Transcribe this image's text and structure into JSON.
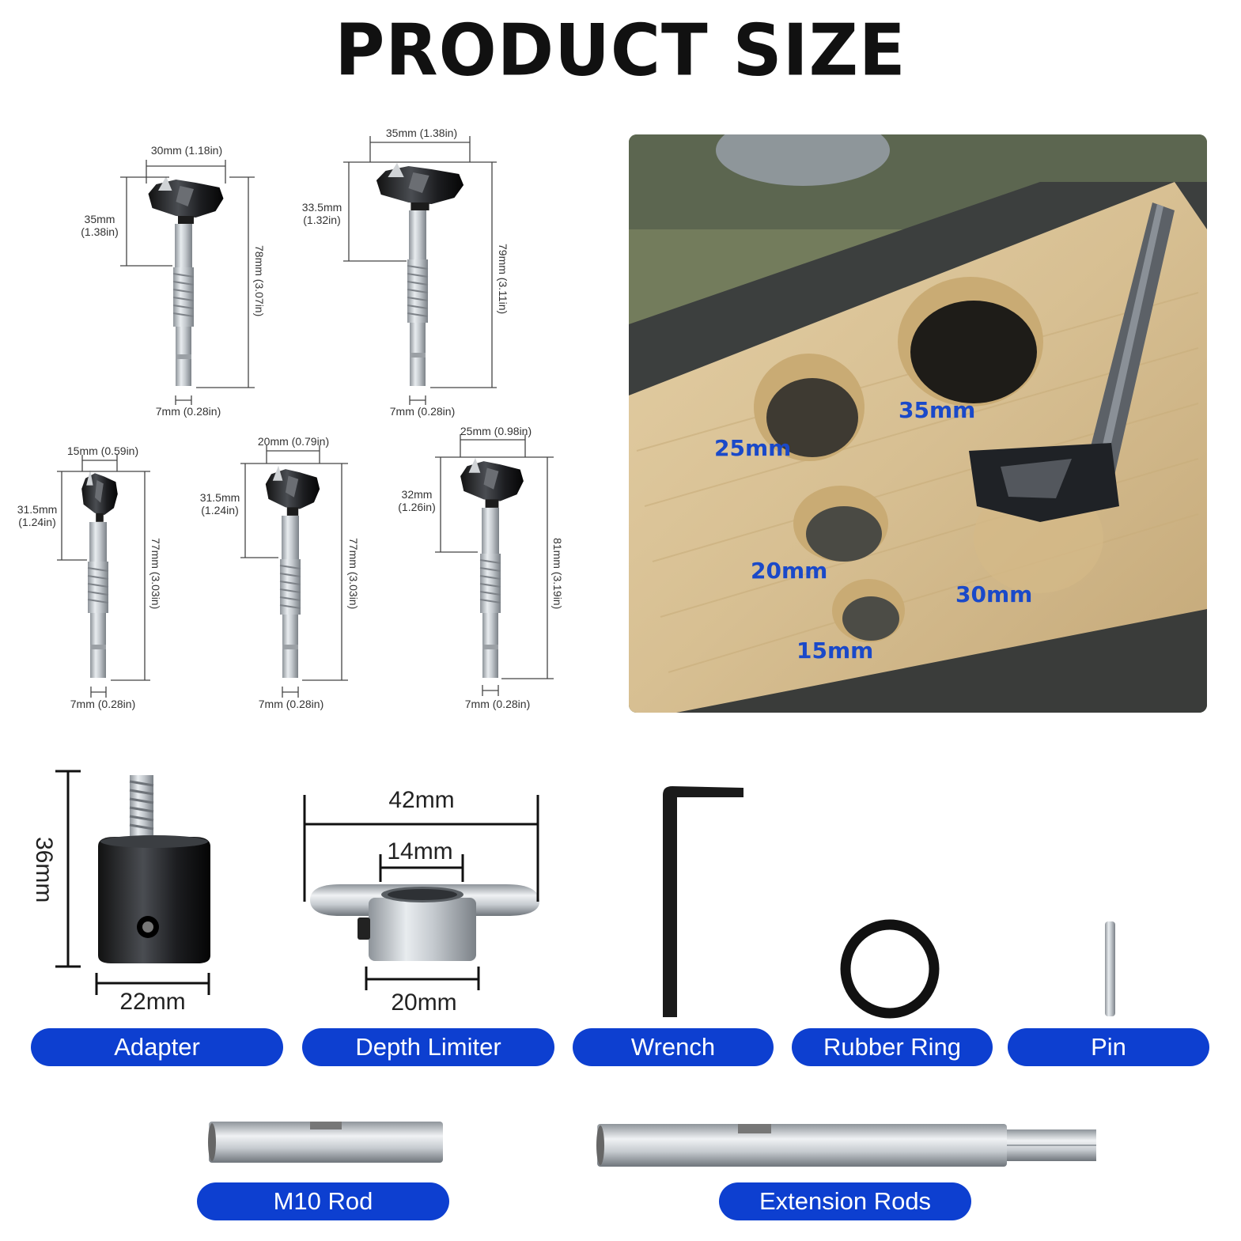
{
  "title": "PRODUCT SIZE",
  "bits": [
    {
      "width": "30mm (1.18in)",
      "head_height": [
        "35mm",
        "(1.38in)"
      ],
      "total_length": "78mm (3.07in)",
      "shank": "7mm (0.28in)"
    },
    {
      "width": "35mm (1.38in)",
      "head_height": [
        "33.5mm",
        "(1.32in)"
      ],
      "total_length": "79mm (3.11in)",
      "shank": "7mm (0.28in)"
    },
    {
      "width": "15mm (0.59in)",
      "head_height": [
        "31.5mm",
        "(1.24in)"
      ],
      "total_length": "77mm (3.03in)",
      "shank": "7mm (0.28in)"
    },
    {
      "width": "20mm (0.79in)",
      "head_height": [
        "31.5mm",
        "(1.24in)"
      ],
      "total_length": "77mm (3.03in)",
      "shank": "7mm (0.28in)"
    },
    {
      "width": "25mm (0.98in)",
      "head_height": [
        "32mm",
        "(1.26in)"
      ],
      "total_length": "81mm (3.19in)",
      "shank": "7mm (0.28in)"
    }
  ],
  "photo_holes": [
    "25mm",
    "35mm",
    "20mm",
    "30mm",
    "15mm"
  ],
  "adapter": {
    "height": "36mm",
    "width": "22mm",
    "label": "Adapter"
  },
  "depth_limiter": {
    "outer": "42mm",
    "inner": "14mm",
    "base": "20mm",
    "label": "Depth Limiter"
  },
  "accessories": [
    "Wrench",
    "Rubber Ring",
    "Pin"
  ],
  "rods": [
    "M10 Rod",
    "Extension Rods"
  ],
  "colors": {
    "pill": "#0d3fd0",
    "photo_label": "#1a49c9"
  }
}
